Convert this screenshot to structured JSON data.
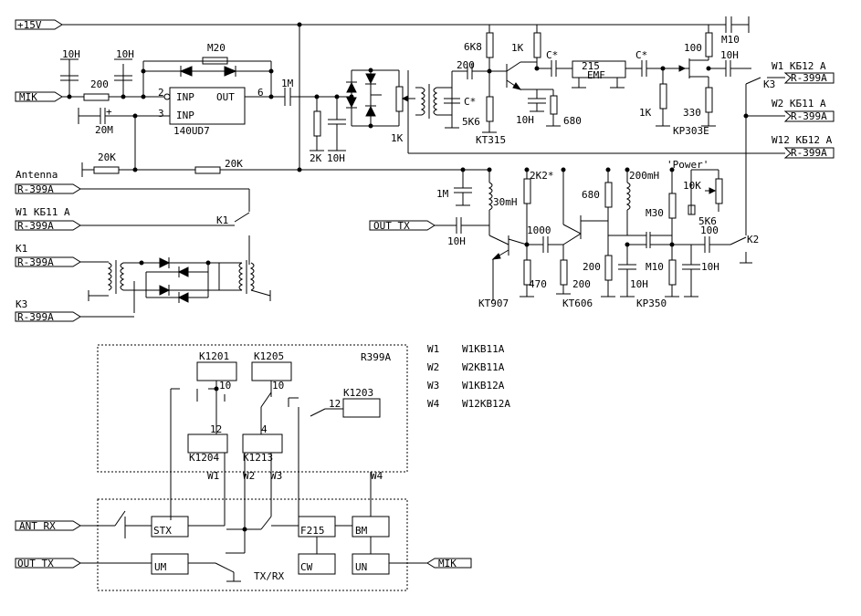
{
  "ports": {
    "plus15v": "+15V",
    "mik": "MIK",
    "antenna": "Antenna",
    "r399_1": "R-399A",
    "w1_kb11_left": "W1  КБ11 А",
    "r399_2": "R-399A",
    "k1": "K1",
    "r399_3": "R-399A",
    "k3": "K3",
    "r399_4": "R-399A",
    "out_tx": "OUT TX",
    "w1_kb12_right": "W1  КБ12 А",
    "r399_r1": "R-399A",
    "w2_kb11_right": "W2  КБ11 А",
    "r399_r2": "R-399A",
    "w12_kb12_right": "W12 КБ12 А",
    "r399_r3": "R-399A"
  },
  "components": {
    "c_10h_a": "10H",
    "r_200": "200",
    "c_10h_b": "10H",
    "r_m20": "M20",
    "c_20m": "20M",
    "ic_pin2": "2",
    "ic_pin3": "3",
    "ic_pin6": "6",
    "ic_inp1": "INP",
    "ic_inp2": "INP",
    "ic_out": "OUT",
    "ic_name": "140UD7",
    "r_20k_a": "20K",
    "r_20k_b": "20K",
    "c_1m": "1M",
    "r_2k": "2K",
    "c_10h_c": "10H",
    "r_1k_pot": "1K",
    "c_200": "200",
    "c_cstar_a": "C*",
    "r_6k8": "6K8",
    "r_1k_a": "1K",
    "r_5k6": "5K6",
    "c_10h_d": "10H",
    "r_680_a": "680",
    "t_kt315": "KT315",
    "c_cstar_b": "C*",
    "f_215": "215",
    "f_emf": "EMF",
    "c_cstar_c": "C*",
    "r_1k_b": "1K",
    "r_100_a": "100",
    "c_m10_a": "M10",
    "c_10h_e": "10H",
    "r_330": "330",
    "t_kp303e": "KP303E",
    "k3_label": "K3",
    "c_1m_b": "1M",
    "l_30mh": "30mH",
    "r_2k2": "2K2*",
    "c_10h_f": "10H",
    "c_1000": "1000",
    "r_470": "470",
    "t_kt907": "KT907",
    "r_680_b": "680",
    "l_200mh": "200mH",
    "r_200_b": "200",
    "t_kt606": "KT606",
    "r_200_c": "200",
    "c_10h_g": "10H",
    "t_kp350": "KP350",
    "power": "'Power'",
    "r_10k": "10K",
    "r_m30": "M30",
    "r_5k6_b": "5K6",
    "c_100": "100",
    "r_m10": "M10",
    "c_10h_h": "10H",
    "k2_label": "K2",
    "k1_label": "K1"
  },
  "block": {
    "r399a": "R399A",
    "k1201": "K1201",
    "k1205": "K1205",
    "k1203": "K1203",
    "k1204": "K1204",
    "k1213": "K1213",
    "n10a": "10",
    "n10b": "10",
    "n12a": "12",
    "n4": "4",
    "n12b": "12",
    "w1": "W1",
    "w2": "W2",
    "w3": "W3",
    "w4": "W4",
    "ant_rx": "ANT RX",
    "stx": "STX",
    "f215": "F215",
    "bm": "BM",
    "cw": "CW",
    "un": "UN",
    "out_tx": "OUT TX",
    "um": "UM",
    "tx_rx": "TX/RX",
    "mik": "MIK"
  },
  "legend": [
    {
      "key": "W1",
      "value": "W1KB11A"
    },
    {
      "key": "W2",
      "value": "W2KB11A"
    },
    {
      "key": "W3",
      "value": "W1KB12A"
    },
    {
      "key": "W4",
      "value": "W12KB12A"
    }
  ]
}
